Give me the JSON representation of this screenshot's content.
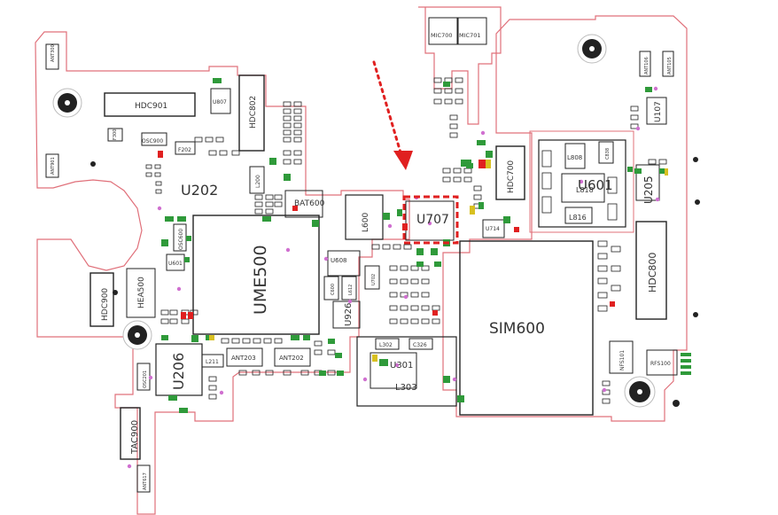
{
  "colors": {
    "outline": "#e0707a",
    "component": "#222222",
    "pad": "#2f9a3a",
    "highlight": "#e02020",
    "dot": "#d070d0"
  },
  "labels": {
    "hdc901": "HDC901",
    "hdc802": "HDC802",
    "u807": "U807",
    "osc900": "OSC900",
    "f202": "F202",
    "f300": "F300",
    "ant300": "ANT300",
    "ant901": "ANT901",
    "u202": "U202",
    "l200": "L200",
    "bat600": "BAT600",
    "ume500": "UME500",
    "osc600": "OSC600",
    "u601": "U601",
    "hdc900": "HDC900",
    "hea500": "HEA500",
    "u206": "U206",
    "osc201": "OSC201",
    "l211": "L211",
    "ant203": "ANT203",
    "ant202": "ANT202",
    "tac900": "TAC900",
    "ant617": "ANT617",
    "mic700": "MIC700",
    "mic701": "MIC701",
    "l600": "L600",
    "u707": "U707",
    "u608": "U608",
    "u926": "U926",
    "c600": "C600",
    "l612": "L612",
    "u702": "U702",
    "l302": "L302",
    "c326": "C326",
    "u301": "U301",
    "l303": "L303",
    "hdc700": "HDC700",
    "u714": "U714",
    "l808": "L808",
    "c838": "C838",
    "u601r": "U601",
    "l818": "L818",
    "l816": "L816",
    "u205": "U205",
    "u107": "U107",
    "ant106": "ANT106",
    "ant105": "ANT105",
    "hdc800": "HDC800",
    "sim600": "SIM600",
    "nfs101": "NFS101",
    "rfs100": "RFS100"
  }
}
